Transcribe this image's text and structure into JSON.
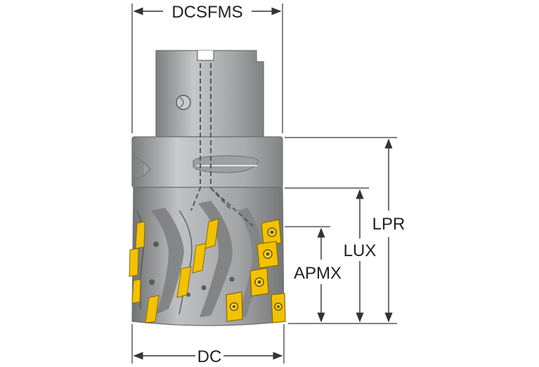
{
  "dimensions": {
    "top_width": "DCSFMS",
    "bottom_width": "DC",
    "overall_height": "LPR",
    "usable_length": "LUX",
    "cut_depth": "APMX"
  },
  "colors": {
    "body_dark": "#8f9193",
    "body_mid": "#b4b6b8",
    "body_light": "#d7d9da",
    "insert_gold": "#f2c200",
    "insert_dark": "#b08a00",
    "line": "#333333"
  },
  "icons": {
    "arrowhead": "triangle-arrowhead"
  }
}
